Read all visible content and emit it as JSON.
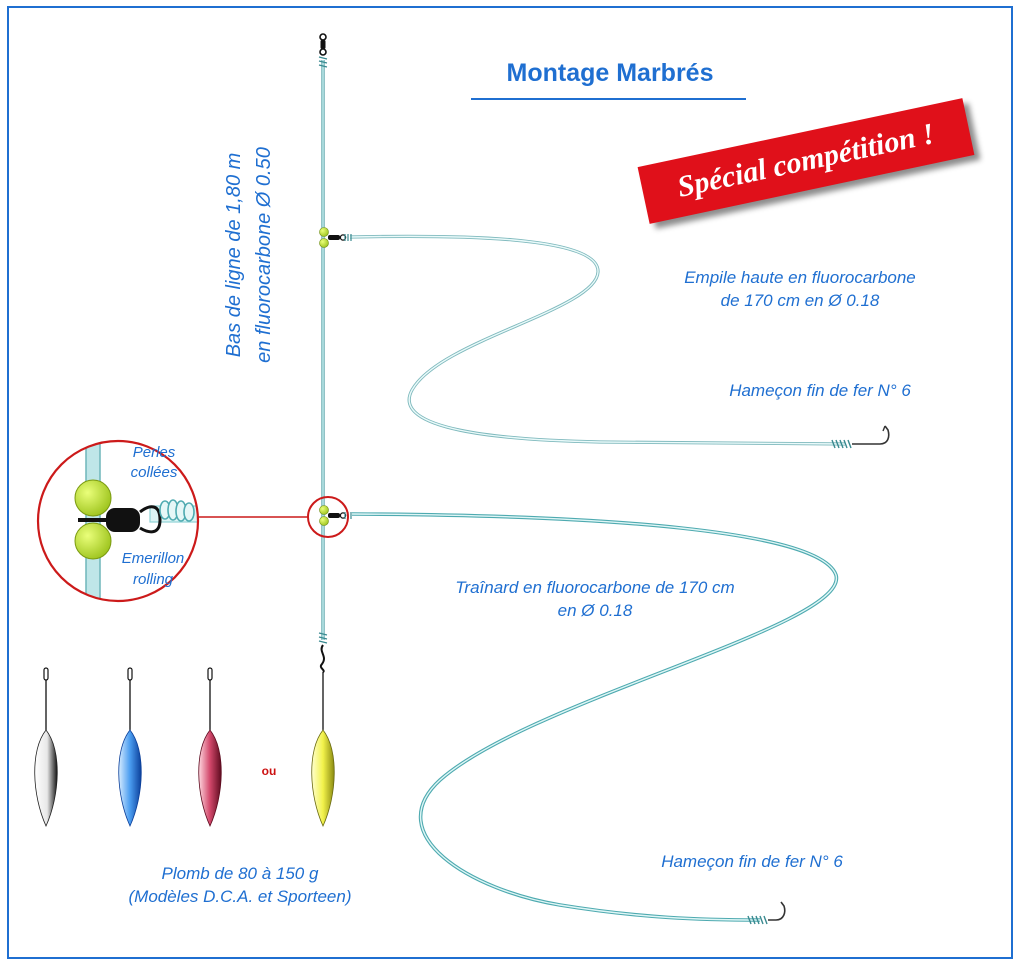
{
  "title": "Montage Marbrés",
  "badge": "Spécial compétition !",
  "main_line": {
    "label_line1": "Bas de ligne de 1,80 m",
    "label_line2": "en fluorocarbone Ø 0.50"
  },
  "upper_snood": {
    "label_line1": "Empile haute en fluorocarbone",
    "label_line2": "de 170 cm en Ø 0.18",
    "hook_label": "Hameçon fin de fer N° 6"
  },
  "lower_snood": {
    "label_line1": "Traînard en fluorocarbone de 170 cm",
    "label_line2": "en Ø 0.18",
    "hook_label": "Hameçon fin de fer N° 6"
  },
  "detail_zoom": {
    "beads_label_line1": "Perles",
    "beads_label_line2": "collées",
    "swivel_label_line1": "Emerillon",
    "swivel_label_line2": "rolling"
  },
  "sinkers": {
    "or_label": "ou",
    "label_line1": "Plomb de 80 à 150 g",
    "label_line2": "(Modèles D.C.A. et Sporteen)",
    "colors": [
      "white",
      "blue",
      "red",
      "yellow"
    ]
  },
  "colors": {
    "accent_blue": "#1f6fd1",
    "line_teal": "#8fd3d6",
    "badge_red": "#e0101a",
    "bead_green": "#c6e83a",
    "zoom_circle_red": "#cc1a1a"
  },
  "icons": [
    "swivel-icon",
    "bead-icon",
    "hook-icon",
    "sinker-icon",
    "snap-icon"
  ]
}
